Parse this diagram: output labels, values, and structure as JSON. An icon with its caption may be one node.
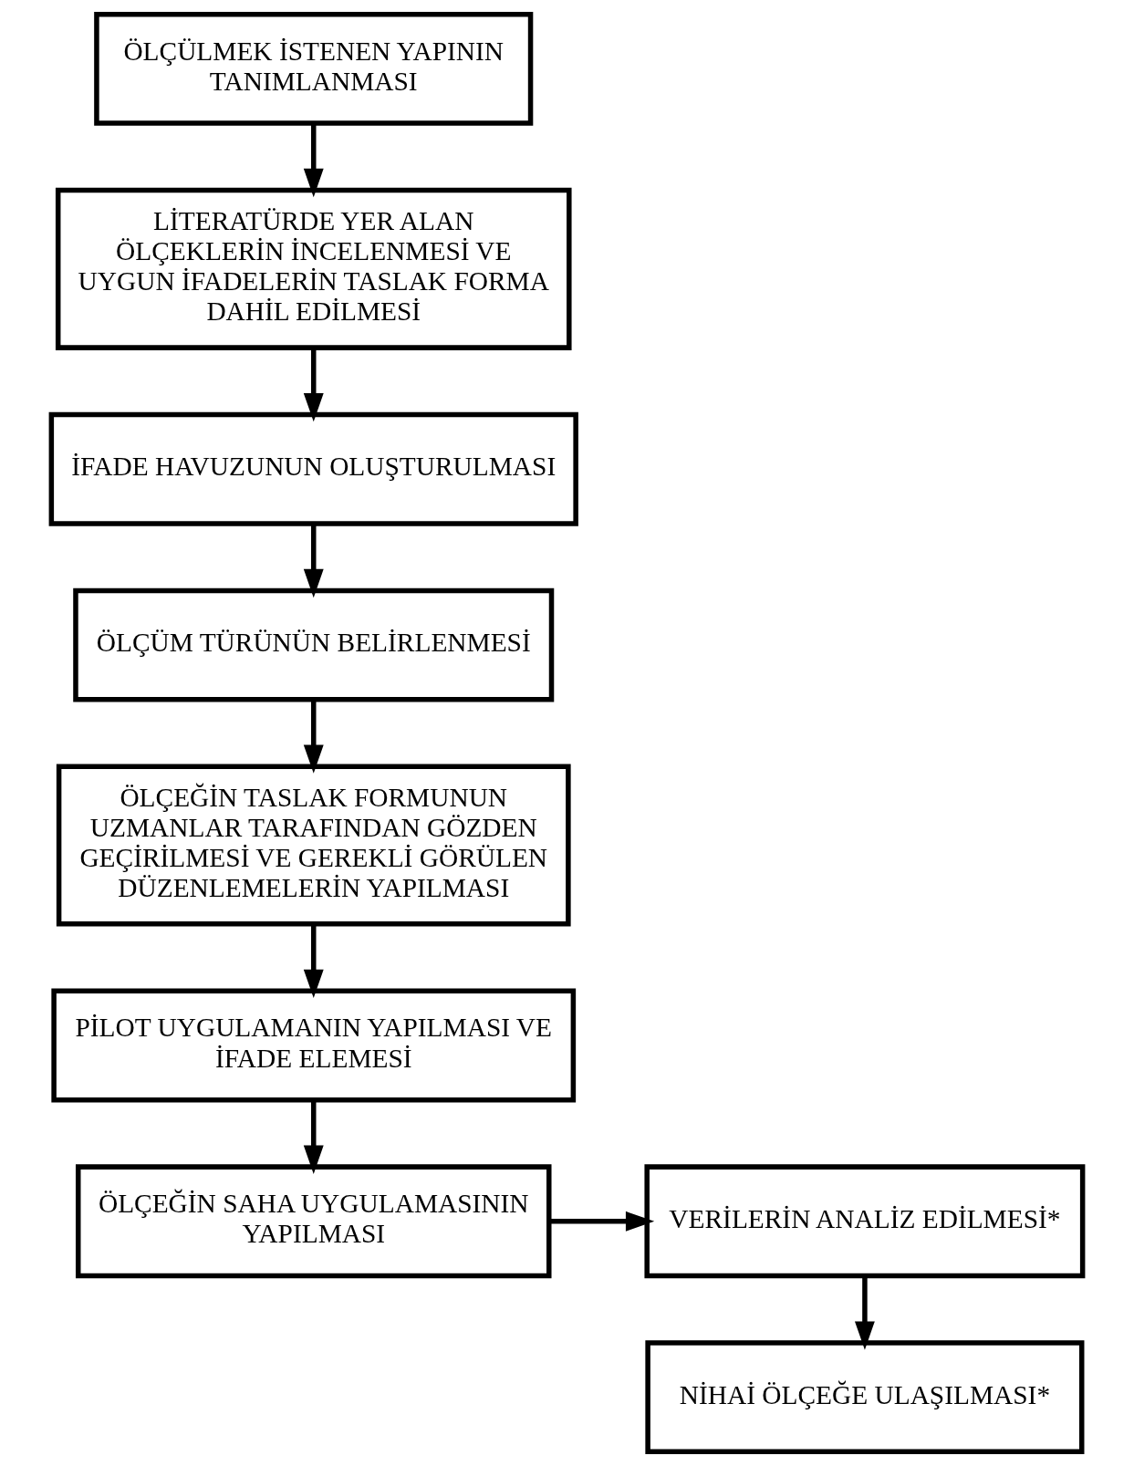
{
  "diagram": {
    "nodes": [
      {
        "text": [
          "ÖLÇÜLMEK İSTENEN YAPININ TANIMLANMASI"
        ]
      },
      {
        "text": [
          "LİTERATÜRDE YER ALAN ÖLÇEKLERİN İNCELENMESİ VE UYGUN İFADELERİN TASLAK FORMA DAHİL EDİLMESİ"
        ]
      },
      {
        "text": [
          "İFADE HAVUZUNUN OLUŞTURULMASI"
        ]
      },
      {
        "text": [
          "ÖLÇÜM TÜRÜNÜN BELİRLENMESİ"
        ]
      },
      {
        "text": [
          "ÖLÇEĞİN TASLAK FORMUNUN UZMANLAR TARAFINDAN GÖZDEN GEÇİRİLMESİ VE GEREKLİ GÖRÜLEN DÜZENLEMELERİN YAPILMASI"
        ]
      },
      {
        "text": [
          "PİLOT UYGULAMANIN YAPILMASI VE İFADE ELEMESİ"
        ]
      },
      {
        "text": [
          "ÖLÇEĞİN SAHA UYGULAMASININ YAPILMASI"
        ]
      },
      {
        "text": [
          "VERİLERİN ANALİZ EDİLMESİ*"
        ]
      },
      {
        "text": [
          "NİHAİ ÖLÇEĞE ULAŞILMASI*"
        ]
      }
    ],
    "edges": [
      {
        "from": 0,
        "to": 1,
        "arrow": "to"
      },
      {
        "from": 1,
        "to": 2,
        "arrow": "to"
      },
      {
        "from": 2,
        "to": 3,
        "arrow": "to"
      },
      {
        "from": 3,
        "to": 4,
        "arrow": "to"
      },
      {
        "from": 4,
        "to": 5,
        "arrow": "to"
      },
      {
        "from": 5,
        "to": 6,
        "arrow": "to"
      },
      {
        "from": 6,
        "to": 7,
        "arrow": "to"
      },
      {
        "from": 7,
        "to": 8,
        "arrow": "to"
      }
    ]
  }
}
